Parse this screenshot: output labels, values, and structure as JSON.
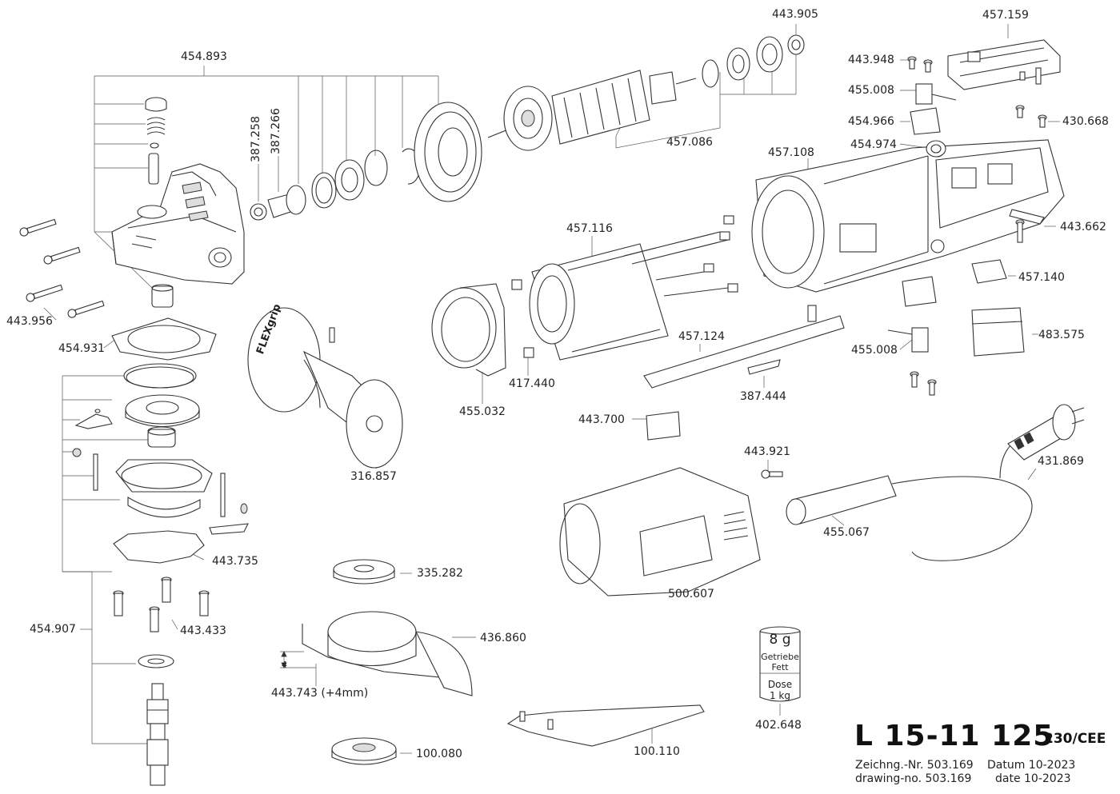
{
  "parts": {
    "p443905": "443.905",
    "p457159": "457.159",
    "p454893": "454.893",
    "p443948": "443.948",
    "p455008a": "455.008",
    "p454966": "454.966",
    "p430668": "430.668",
    "p387258": "387.258",
    "p387266": "387.266",
    "p457086": "457.086",
    "p454974": "454.974",
    "p457108": "457.108",
    "p443662": "443.662",
    "p457116": "457.116",
    "p457140": "457.140",
    "p443956": "443.956",
    "p483575": "483.575",
    "p454931": "454.931",
    "p457124": "457.124",
    "p455008b": "455.008",
    "p417440": "417.440",
    "p387444": "387.444",
    "p455032": "455.032",
    "p443700": "443.700",
    "p316857": "316.857",
    "p443921": "443.921",
    "p431869": "431.869",
    "p455067": "455.067",
    "p443735": "443.735",
    "p335282": "335.282",
    "p500607": "500.607",
    "p454907": "454.907",
    "p443433": "443.433",
    "p436860": "436.860",
    "p443743": "443.743 (+4mm)",
    "dim4": "4",
    "p402648": "402.648",
    "p100110": "100.110",
    "p100080": "100.080"
  },
  "grease_can": {
    "amount": "8 g",
    "line1": "Getriebe",
    "line2": "Fett",
    "line3": "Dose",
    "line4": "1 kg"
  },
  "grip_text": "FLEXgrip",
  "title_block": {
    "model": "L 15-11 125",
    "variant": "230/CEE",
    "drawing_de": "Zeichng.-Nr. 503.169",
    "date_de": "Datum 10-2023",
    "drawing_en": "drawing-no. 503.169",
    "date_en": "date  10-2023"
  }
}
